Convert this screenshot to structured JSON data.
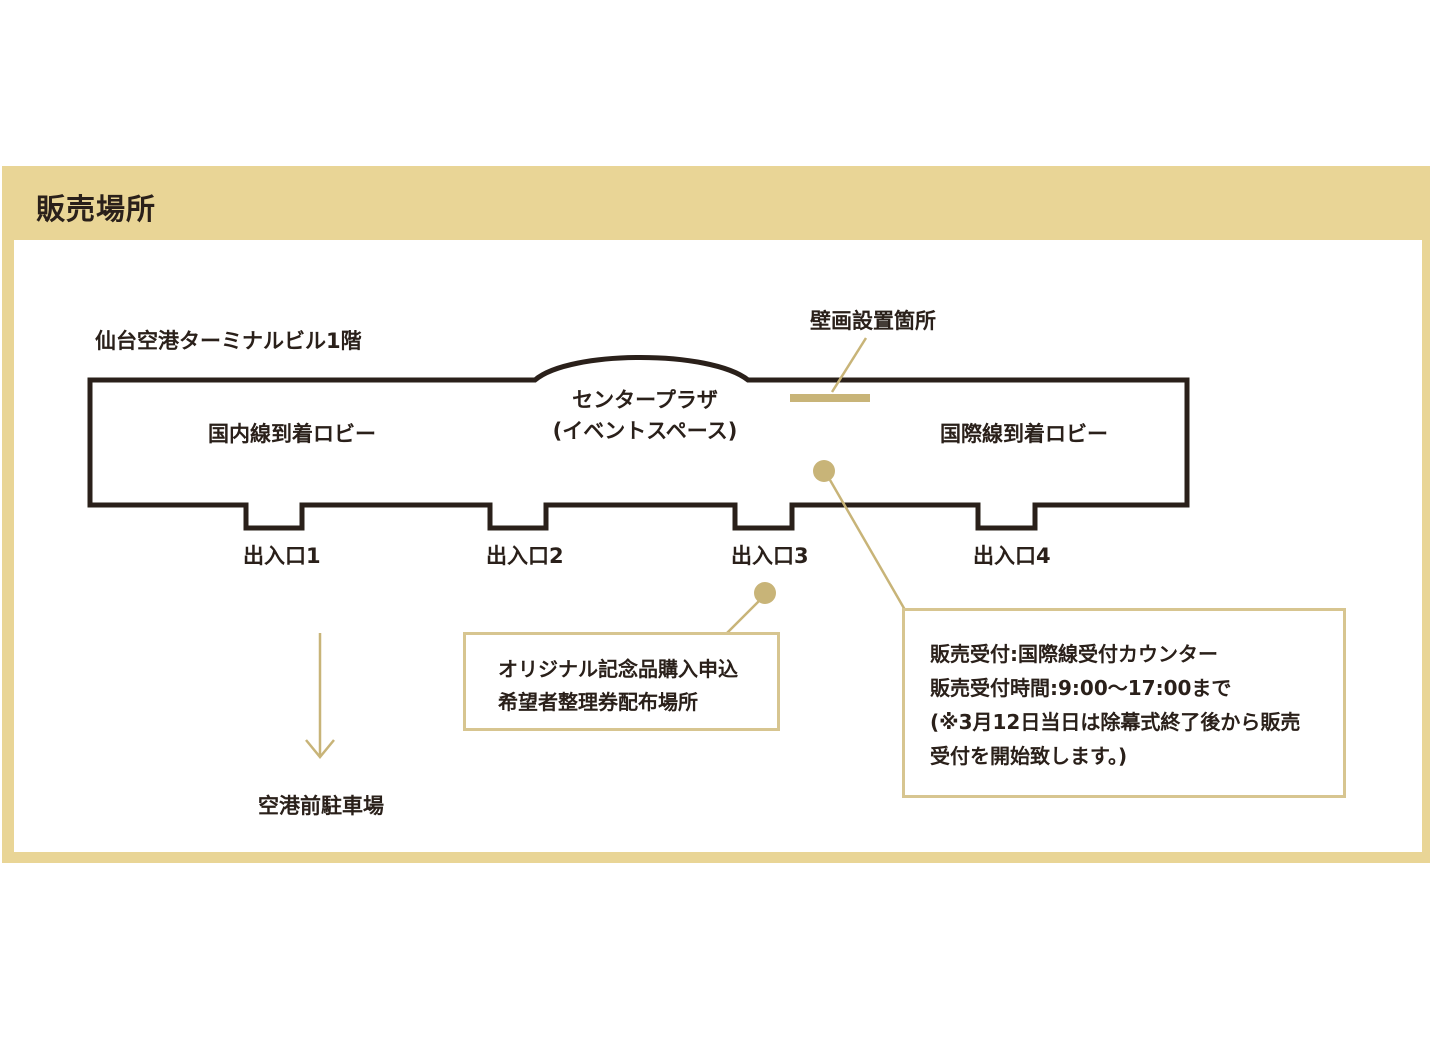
{
  "section": {
    "title": "販売場所"
  },
  "map": {
    "building_title": "仙台空港ターミナルビル1階",
    "mural_label": "壁画設置箇所",
    "domestic_lobby": "国内線到着ロビー",
    "center_plaza": [
      "センタープラザ",
      "(イベントスペース)"
    ],
    "international_lobby": "国際線到着ロビー",
    "exits": [
      "出入口1",
      "出入口2",
      "出入口3",
      "出入口4"
    ],
    "parking": "空港前駐車場"
  },
  "callouts": {
    "voucher": [
      "オリジナル記念品購入申込",
      "希望者整理券配布場所"
    ],
    "sales": [
      "販売受付:国際線受付カウンター",
      "販売受付時間:9:00〜17:00まで",
      "(※3月12日当日は除幕式終了後から販売",
      "受付を開始致します。)"
    ]
  },
  "colors": {
    "header_band": "#e9d596",
    "accent_gold": "#c8b478",
    "outline": "#2a201a",
    "callout_border": "#d7c590"
  },
  "icons": [
    "arrow-down-icon",
    "location-dot-icon"
  ]
}
